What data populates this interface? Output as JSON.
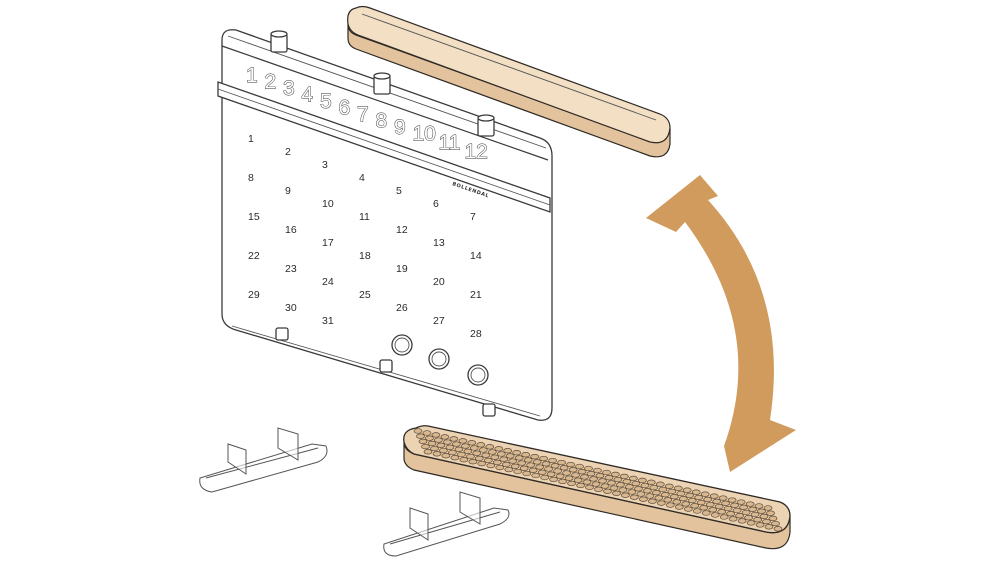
{
  "diagram": {
    "months": [
      "1",
      "2",
      "3",
      "4",
      "5",
      "6",
      "7",
      "8",
      "9",
      "10",
      "11",
      "12"
    ],
    "days": [
      "1",
      "2",
      "3",
      "4",
      "5",
      "6",
      "7",
      "8",
      "9",
      "10",
      "11",
      "12",
      "13",
      "14",
      "15",
      "16",
      "17",
      "18",
      "19",
      "20",
      "21",
      "22",
      "23",
      "24",
      "25",
      "26",
      "27",
      "28",
      "29",
      "30",
      "31"
    ],
    "brand": "BOLLENDAL",
    "colors": {
      "wood": "#ebd3b4",
      "arrow": "#d19b5e",
      "outline": "#3a3a3a"
    },
    "icons": [
      "calendar-body",
      "wooden-lid",
      "wooden-peg-base",
      "rotate-arrow-icon",
      "stand-feet"
    ]
  }
}
